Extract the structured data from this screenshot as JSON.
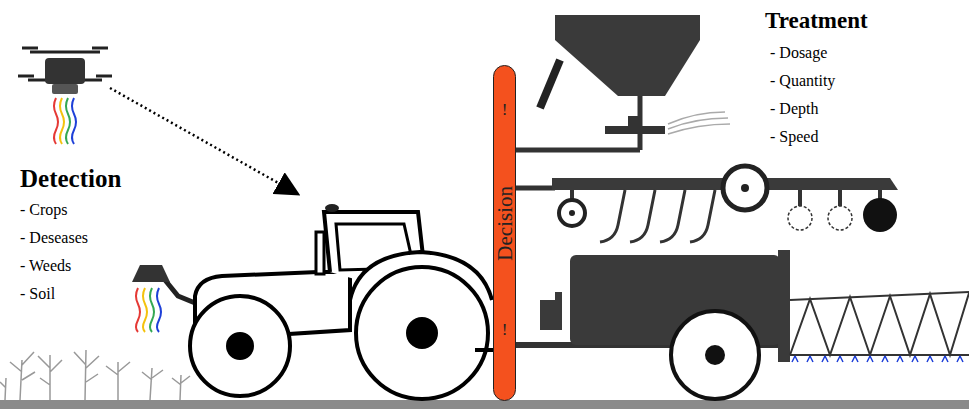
{
  "diagram": {
    "nodes": [
      {
        "text": [
          "!",
          "Decision",
          "!"
        ]
      }
    ],
    "labels": [
      "Detection",
      "- Crops",
      "- Deseases",
      "- Weeds",
      "- Soil",
      "Treatment",
      "- Dosage",
      "- Quantity",
      "- Depth",
      "- Speed"
    ]
  }
}
